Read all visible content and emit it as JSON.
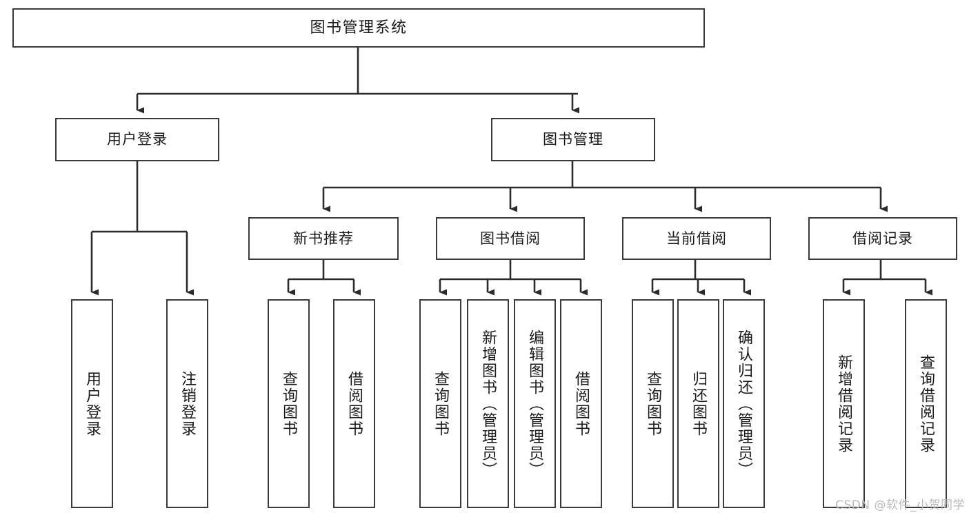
{
  "diagram": {
    "title": "图书管理系统",
    "type": "tree-hierarchy-chart",
    "watermark": "CSDN @软件_小贺同学",
    "colors": {
      "box_border": "#3a3a3a",
      "box_fill": "#ffffff",
      "connector": "#2b2b2b",
      "text": "#1b1b1b",
      "watermark": "#b9b9b9"
    }
  },
  "nodes": {
    "root": {
      "label": "图书管理系统"
    },
    "level2": [
      {
        "id": "user-login",
        "label": "用户登录"
      },
      {
        "id": "book-manage",
        "label": "图书管理"
      }
    ],
    "level3": [
      {
        "id": "new-book-rec",
        "label": "新书推荐"
      },
      {
        "id": "book-borrow",
        "label": "图书借阅"
      },
      {
        "id": "current-borrow",
        "label": "当前借阅"
      },
      {
        "id": "borrow-record",
        "label": "借阅记录"
      }
    ],
    "leaves": {
      "user_login": [
        {
          "id": "leaf-user-login",
          "label": "用户登录"
        },
        {
          "id": "leaf-logout",
          "label": "注销登录"
        }
      ],
      "new_book_rec": [
        {
          "id": "leaf-query-book-1",
          "label": "查询图书"
        },
        {
          "id": "leaf-borrow-book-1",
          "label": "借阅图书"
        }
      ],
      "book_borrow": [
        {
          "id": "leaf-query-book-2",
          "label": "查询图书"
        },
        {
          "id": "leaf-add-book",
          "label": "新增图书（管理员）"
        },
        {
          "id": "leaf-edit-book",
          "label": "编辑图书（管理员）"
        },
        {
          "id": "leaf-borrow-book-2",
          "label": "借阅图书"
        }
      ],
      "current_borrow": [
        {
          "id": "leaf-query-book-3",
          "label": "查询图书"
        },
        {
          "id": "leaf-return-book",
          "label": "归还图书"
        },
        {
          "id": "leaf-confirm-return",
          "label": "确认归还（管理员）"
        }
      ],
      "borrow_record": [
        {
          "id": "leaf-add-record",
          "label": "新增借阅记录"
        },
        {
          "id": "leaf-query-record",
          "label": "查询借阅记录"
        }
      ]
    }
  }
}
